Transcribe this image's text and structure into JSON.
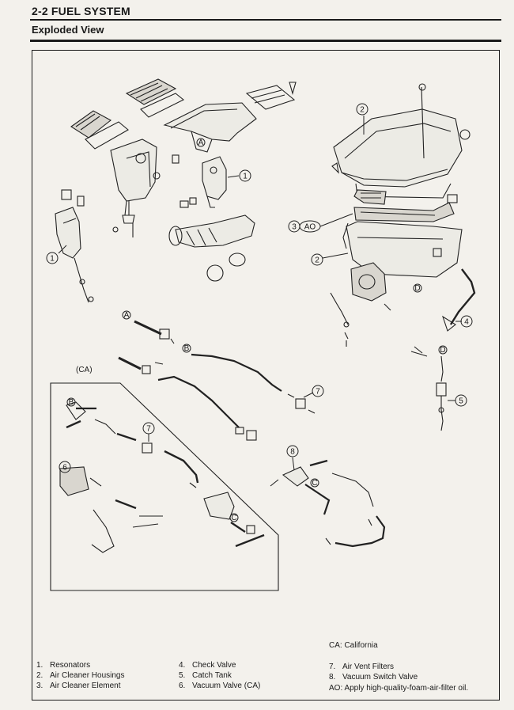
{
  "header": {
    "section_title": "2-2  FUEL SYSTEM",
    "subtitle": "Exploded View"
  },
  "diagram": {
    "ca_group_label": "(CA)",
    "callouts": {
      "n1": "1",
      "n2": "2",
      "n3": "3",
      "n4": "4",
      "n5": "5",
      "n6": "6",
      "n7": "7",
      "n8": "8",
      "ao": "AO",
      "a": "A",
      "b": "B",
      "c": "C",
      "d": "D"
    }
  },
  "legend": {
    "col1": [
      {
        "num": "1.",
        "text": "Resonators"
      },
      {
        "num": "2.",
        "text": "Air Cleaner Housings"
      },
      {
        "num": "3.",
        "text": "Air Cleaner Element"
      }
    ],
    "col2": [
      {
        "num": "4.",
        "text": "Check Valve"
      },
      {
        "num": "5.",
        "text": "Catch Tank"
      },
      {
        "num": "6.",
        "text": "Vacuum Valve (CA)"
      }
    ],
    "col3": [
      {
        "num": "7.",
        "text": "Air Vent Filters"
      },
      {
        "num": "8.",
        "text": "Vacuum Switch Valve"
      }
    ],
    "ca_note": "CA: California",
    "ao_note": "AO: Apply high-quality-foam-air-filter oil."
  }
}
